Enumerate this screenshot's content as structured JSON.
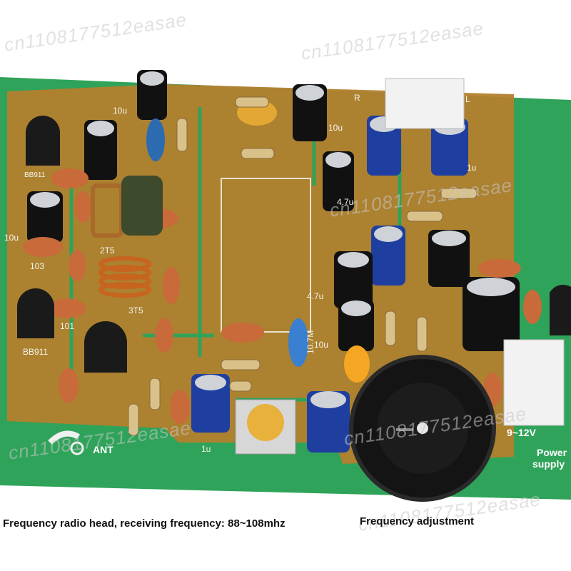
{
  "colors": {
    "board_green": "#2fa35a",
    "copper": "#b3802e",
    "background": "#ffffff"
  },
  "captions": {
    "radio_head": "Frequency radio head, receiving frequency: 88~108mhz",
    "frequency_adjustment": "Frequency adjustment"
  },
  "watermarks": [
    "cn1108177512easae",
    "cn1108177512easae",
    "cn1108177512easae",
    "cn1108177512easae",
    "cn1108177512easae",
    "cn1108177512easae"
  ],
  "board_labels": {
    "cap_10u_top": "10u",
    "bb911_top": "BB911",
    "coil_2t5": "2T5",
    "coil_3t5": "3T5",
    "cap_10u_left": "10u",
    "cap_103": "103",
    "cap_101": "101",
    "bb911_bottom": "BB911",
    "r_label": "R",
    "l_label": "L",
    "cap_10u_mid": "10u",
    "cap_47u_mid": "4.7u",
    "cap_1u_right": "1u",
    "cap_47u_left": "4.7u",
    "cap_10u_lower": "10u",
    "filter_107m": "10.7M",
    "ant": "ANT",
    "cap_1u_bottom": "1u",
    "voltage": "9~12V",
    "power_supply_1": "Power",
    "power_supply_2": "supply"
  }
}
